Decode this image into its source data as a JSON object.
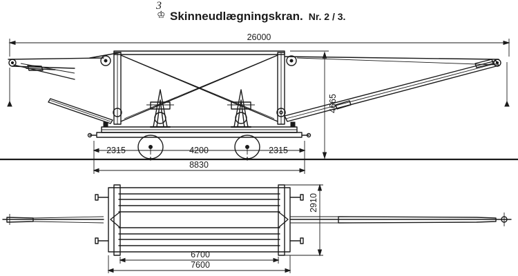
{
  "page_note": "3",
  "emblem_glyph": "♔",
  "title": "Skinneudlægningskran.",
  "number": "Nr. 2 / 3.",
  "dimensions": {
    "overall_length": "26000",
    "height": "4665",
    "left_overhang": "2315",
    "wheelbase": "4200",
    "right_overhang": "2315",
    "underframe_length": "8830",
    "width": "2910",
    "inner_length": "6700",
    "frame_length": "7600"
  }
}
